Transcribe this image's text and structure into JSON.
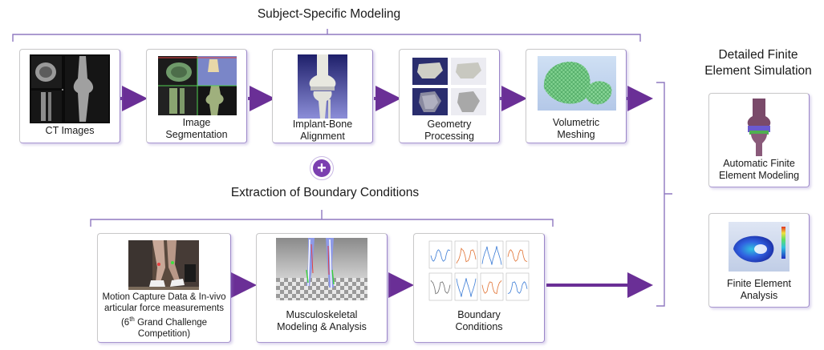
{
  "headings": {
    "subject_specific": "Subject-Specific Modeling",
    "boundary": "Extraction of Boundary Conditions",
    "fe_line1": "Detailed Finite",
    "fe_line2": "Element Simulation"
  },
  "plus_symbol": "+",
  "top_steps": [
    {
      "line1": "CT Images",
      "line2": ""
    },
    {
      "line1": "Image",
      "line2": "Segmentation"
    },
    {
      "line1": "Implant-Bone",
      "line2": "Alignment"
    },
    {
      "line1": "Geometry",
      "line2": "Processing"
    },
    {
      "line1": "Volumetric",
      "line2": "Meshing"
    }
  ],
  "bottom_steps": {
    "motion": {
      "line1": "Motion Capture Data & In-vivo",
      "line2": "articular force measurements",
      "line3_pre": "(6",
      "line3_sup": "th",
      "line3_post": " Grand Challenge",
      "line4": "Competition)"
    },
    "musculo": {
      "line1": "Musculoskeletal",
      "line2": "Modeling & Analysis"
    },
    "boundary": {
      "line1": "Boundary",
      "line2": "Conditions"
    }
  },
  "fe_steps": [
    {
      "line1": "Automatic Finite",
      "line2": "Element Modeling"
    },
    {
      "line1": "Finite Element",
      "line2": "Analysis"
    }
  ],
  "colors": {
    "arrow": "#6a2f96",
    "bracket": "#8f78c0",
    "plus_bg": "#7b3fb0"
  }
}
